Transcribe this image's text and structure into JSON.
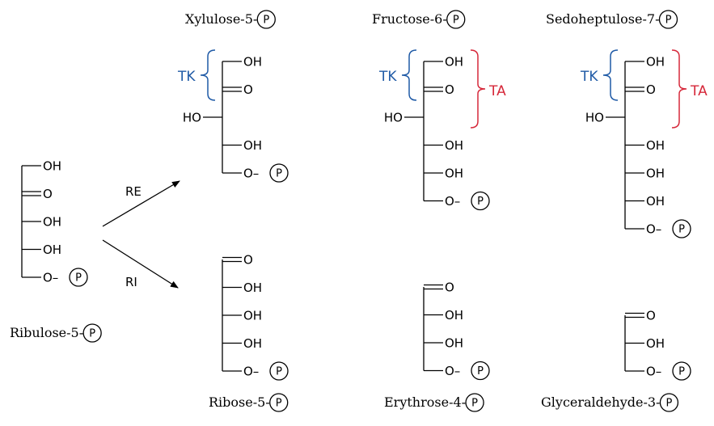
{
  "colors": {
    "tk": "#1f5aa6",
    "ta": "#d6283a",
    "ink": "#000000"
  },
  "phosphate_symbol": "P",
  "groups": {
    "oh": "OH",
    "o": "O",
    "ho": "HO",
    "op": "O–"
  },
  "sugars": {
    "ribulose": {
      "name": "Ribulose-5-",
      "groups": [
        "OH",
        "O",
        "OH",
        "OH",
        "O–"
      ]
    },
    "xylulose": {
      "name": "Xylulose-5-",
      "groups": [
        "OH",
        "O",
        "HO",
        "OH",
        "O–"
      ]
    },
    "fructose": {
      "name": "Fructose-6-",
      "groups": [
        "OH",
        "O",
        "HO",
        "OH",
        "OH",
        "O–"
      ]
    },
    "sedoheptulose": {
      "name": "Sedoheptulose-7-",
      "groups": [
        "OH",
        "O",
        "HO",
        "OH",
        "OH",
        "OH",
        "O–"
      ]
    },
    "ribose": {
      "name": "Ribose-5-",
      "groups": [
        "O",
        "OH",
        "OH",
        "OH",
        "O–"
      ]
    },
    "erythrose": {
      "name": "Erythrose-4-",
      "groups": [
        "O",
        "OH",
        "OH",
        "O–"
      ]
    },
    "glyceraldehyde": {
      "name": "Glyceraldehyde-3-",
      "groups": [
        "O",
        "OH",
        "O–"
      ]
    }
  },
  "enzymes": {
    "re": "RE",
    "ri": "RI",
    "tk": "TK",
    "ta": "TA"
  }
}
